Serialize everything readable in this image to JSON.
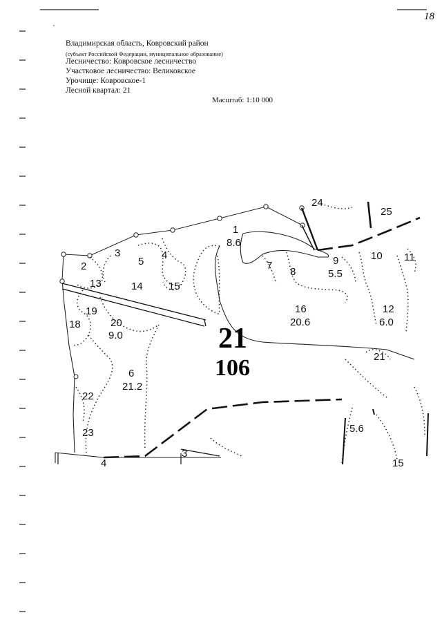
{
  "page_number": "18",
  "header": {
    "region": "Владимирская область, Ковровский район",
    "region_note": "(субъект Российской Федерации, муниципальное образование)",
    "forestry": "Лесничество: Ковровское лесничество",
    "district_forestry": "Участковое лесничество: Великовское",
    "tract": "Урочище: Ковровское-1",
    "quarter": "Лесной квартал: 21"
  },
  "scale": "Масштаб: 1:10 000",
  "map": {
    "quarter_number": "21",
    "quarter_area": "106",
    "plots": [
      {
        "id": "1",
        "area": "8.6"
      },
      {
        "id": "2",
        "area": ""
      },
      {
        "id": "3",
        "area": ""
      },
      {
        "id": "4",
        "area": ""
      },
      {
        "id": "5",
        "area": ""
      },
      {
        "id": "6",
        "area": "21.2"
      },
      {
        "id": "7",
        "area": ""
      },
      {
        "id": "8",
        "area": ""
      },
      {
        "id": "9",
        "area": "5.5"
      },
      {
        "id": "10",
        "area": ""
      },
      {
        "id": "11",
        "area": ""
      },
      {
        "id": "12",
        "area": "6.0"
      },
      {
        "id": "13",
        "area": ""
      },
      {
        "id": "14",
        "area": ""
      },
      {
        "id": "15",
        "area": ""
      },
      {
        "id": "16",
        "area": "20.6"
      },
      {
        "id": "18",
        "area": ""
      },
      {
        "id": "19",
        "area": ""
      },
      {
        "id": "20",
        "area": "9.0"
      },
      {
        "id": "21",
        "area": ""
      },
      {
        "id": "22",
        "area": ""
      },
      {
        "id": "23",
        "area": ""
      }
    ],
    "neighbor_labels": [
      "24",
      "25",
      "5.6",
      "4",
      "3",
      "15"
    ]
  }
}
